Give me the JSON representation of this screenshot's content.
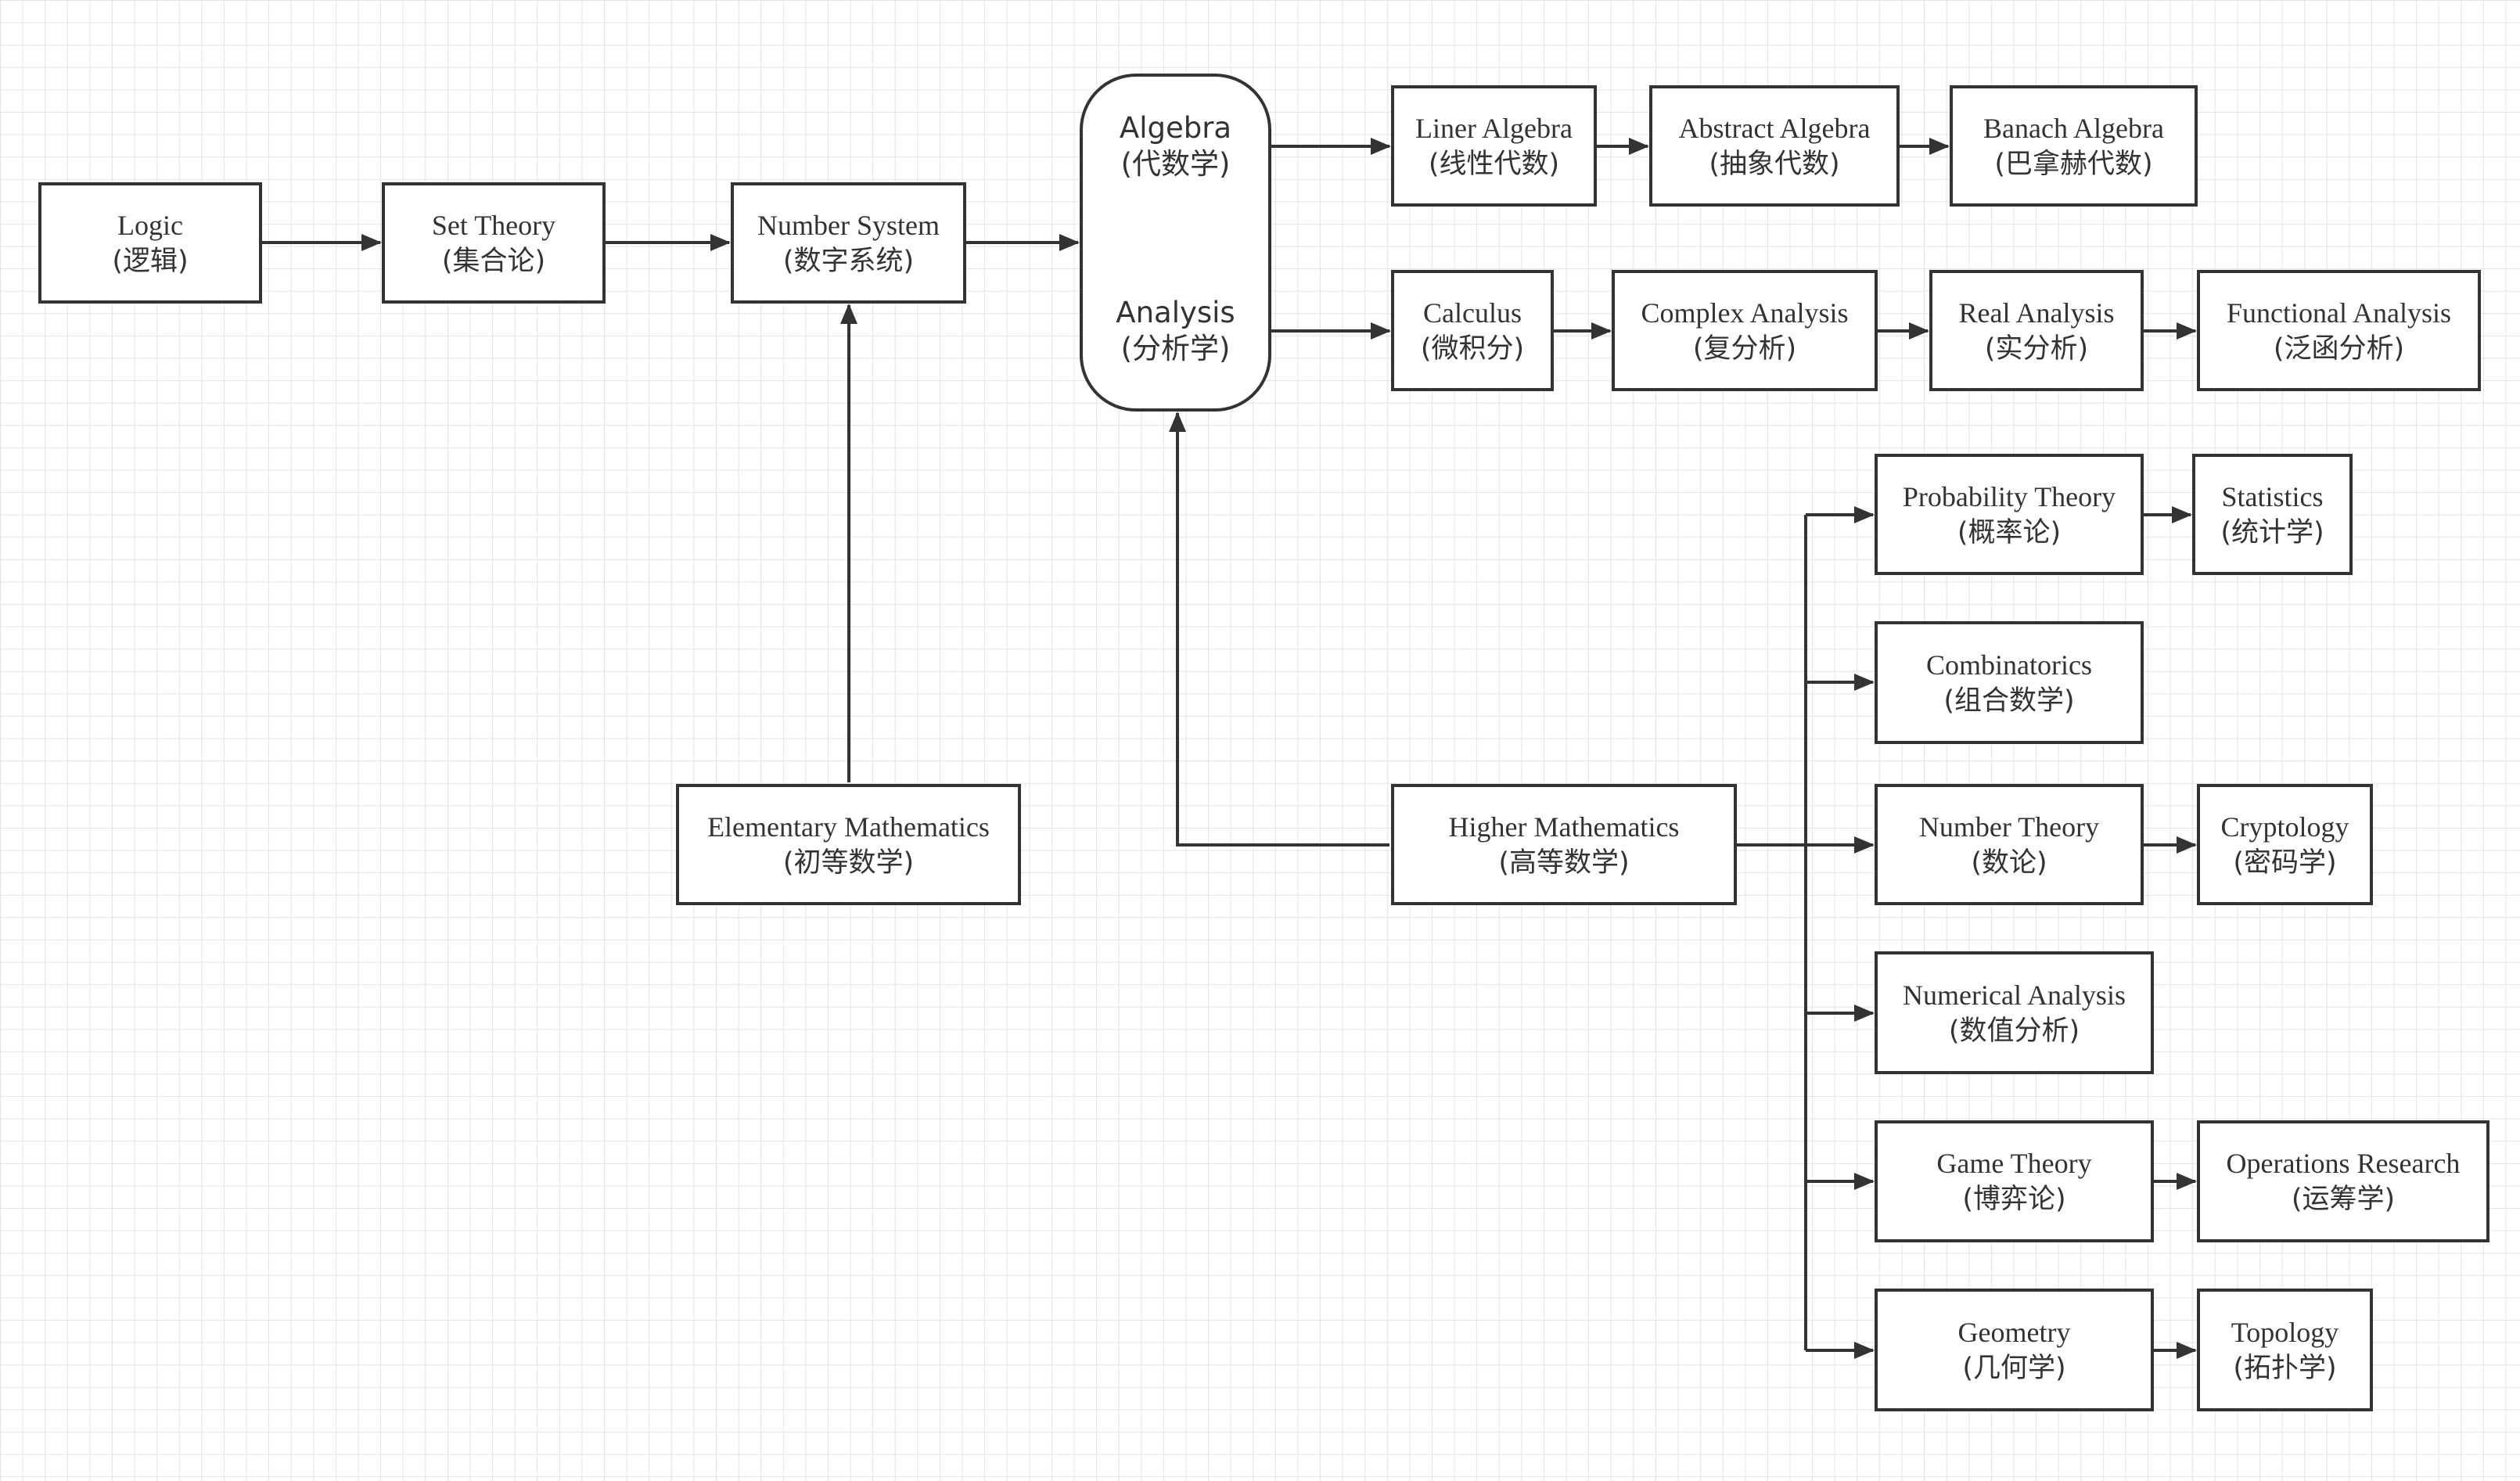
{
  "nodes": {
    "logic": {
      "en": "Logic",
      "zh": "(逻辑)"
    },
    "set_theory": {
      "en": "Set Theory",
      "zh": "(集合论)"
    },
    "number_system": {
      "en": "Number System",
      "zh": "(数字系统)"
    },
    "elementary_mathematics": {
      "en": "Elementary Mathematics",
      "zh": "(初等数学)"
    },
    "algebra": {
      "en": "Algebra",
      "zh": "(代数学)"
    },
    "analysis": {
      "en": "Analysis",
      "zh": "(分析学)"
    },
    "liner_algebra": {
      "en": "Liner Algebra",
      "zh": "(线性代数)"
    },
    "abstract_algebra": {
      "en": "Abstract Algebra",
      "zh": "(抽象代数)"
    },
    "banach_algebra": {
      "en": "Banach Algebra",
      "zh": "(巴拿赫代数)"
    },
    "calculus": {
      "en": "Calculus",
      "zh": "(微积分)"
    },
    "complex_analysis": {
      "en": "Complex Analysis",
      "zh": "(复分析)"
    },
    "real_analysis": {
      "en": "Real Analysis",
      "zh": "(实分析)"
    },
    "functional_analysis": {
      "en": "Functional Analysis",
      "zh": "(泛函分析)"
    },
    "higher_mathematics": {
      "en": "Higher Mathematics",
      "zh": "(高等数学)"
    },
    "probability_theory": {
      "en": "Probability Theory",
      "zh": "(概率论)"
    },
    "statistics": {
      "en": "Statistics",
      "zh": "(统计学)"
    },
    "combinatorics": {
      "en": "Combinatorics",
      "zh": "(组合数学)"
    },
    "number_theory": {
      "en": "Number Theory",
      "zh": "(数论)"
    },
    "cryptology": {
      "en": "Cryptology",
      "zh": "(密码学)"
    },
    "numerical_analysis": {
      "en": "Numerical Analysis",
      "zh": "(数值分析)"
    },
    "game_theory": {
      "en": "Game Theory",
      "zh": "(博弈论)"
    },
    "operations_research": {
      "en": "Operations Research",
      "zh": "(运筹学)"
    },
    "geometry": {
      "en": "Geometry",
      "zh": "(几何学)"
    },
    "topology": {
      "en": "Topology",
      "zh": "(拓扑学)"
    }
  },
  "edges": [
    {
      "from": "logic",
      "to": "set_theory"
    },
    {
      "from": "set_theory",
      "to": "number_system"
    },
    {
      "from": "number_system",
      "to": "algebra_analysis"
    },
    {
      "from": "elementary_mathematics",
      "to": "number_system"
    },
    {
      "from": "higher_mathematics",
      "to": "algebra_analysis"
    },
    {
      "from": "algebra",
      "to": "liner_algebra"
    },
    {
      "from": "liner_algebra",
      "to": "abstract_algebra"
    },
    {
      "from": "abstract_algebra",
      "to": "banach_algebra"
    },
    {
      "from": "analysis",
      "to": "calculus"
    },
    {
      "from": "calculus",
      "to": "complex_analysis"
    },
    {
      "from": "complex_analysis",
      "to": "real_analysis"
    },
    {
      "from": "real_analysis",
      "to": "functional_analysis"
    },
    {
      "from": "higher_mathematics",
      "to": "probability_theory"
    },
    {
      "from": "higher_mathematics",
      "to": "combinatorics"
    },
    {
      "from": "higher_mathematics",
      "to": "number_theory"
    },
    {
      "from": "higher_mathematics",
      "to": "numerical_analysis"
    },
    {
      "from": "higher_mathematics",
      "to": "game_theory"
    },
    {
      "from": "higher_mathematics",
      "to": "geometry"
    },
    {
      "from": "probability_theory",
      "to": "statistics"
    },
    {
      "from": "number_theory",
      "to": "cryptology"
    },
    {
      "from": "game_theory",
      "to": "operations_research"
    },
    {
      "from": "geometry",
      "to": "topology"
    }
  ],
  "colors": {
    "line": "#333333",
    "grid": "#e3e3e3",
    "background": "#ffffff"
  }
}
